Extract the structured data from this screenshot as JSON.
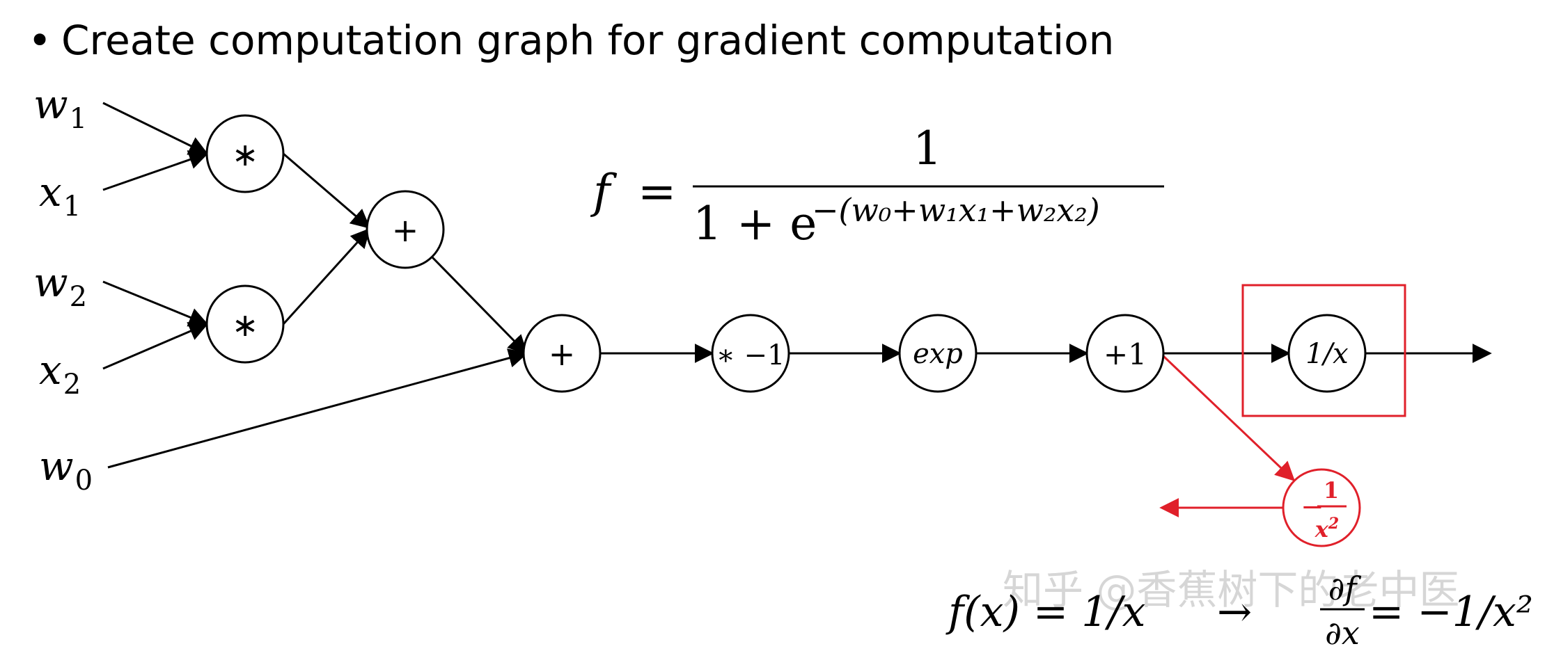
{
  "bullet": "•",
  "title": "Create computation graph for gradient computation",
  "inputs": {
    "w1": {
      "base": "w",
      "sub": "1"
    },
    "x1": {
      "base": "x",
      "sub": "1"
    },
    "w2": {
      "base": "w",
      "sub": "2"
    },
    "x2": {
      "base": "x",
      "sub": "2"
    },
    "w0": {
      "base": "w",
      "sub": "0"
    }
  },
  "nodes": {
    "mul1": "∗",
    "mul2": "∗",
    "add1": "+",
    "add2": "+",
    "neg": "∗ −1",
    "exp": "exp",
    "plus1": "+1",
    "recip": "1/x",
    "grad_num": "1",
    "grad_minus": "−",
    "grad_den": "x",
    "grad_den_sup": "2"
  },
  "formula": {
    "lhs": "f",
    "eq": "=",
    "numerator": "1",
    "denominator": "1 + e",
    "exponent": "−(w₀+w₁x₁+w₂x₂)"
  },
  "bottom": {
    "lhs": "f(x) = 1/x",
    "arrow": "→",
    "deriv_num": "∂f",
    "deriv_den": "∂x",
    "rhs": "= −1/x²"
  },
  "watermark": "知乎 @香蕉树下的老中医",
  "colors": {
    "highlight": "#e0202a",
    "ink": "#000000"
  }
}
